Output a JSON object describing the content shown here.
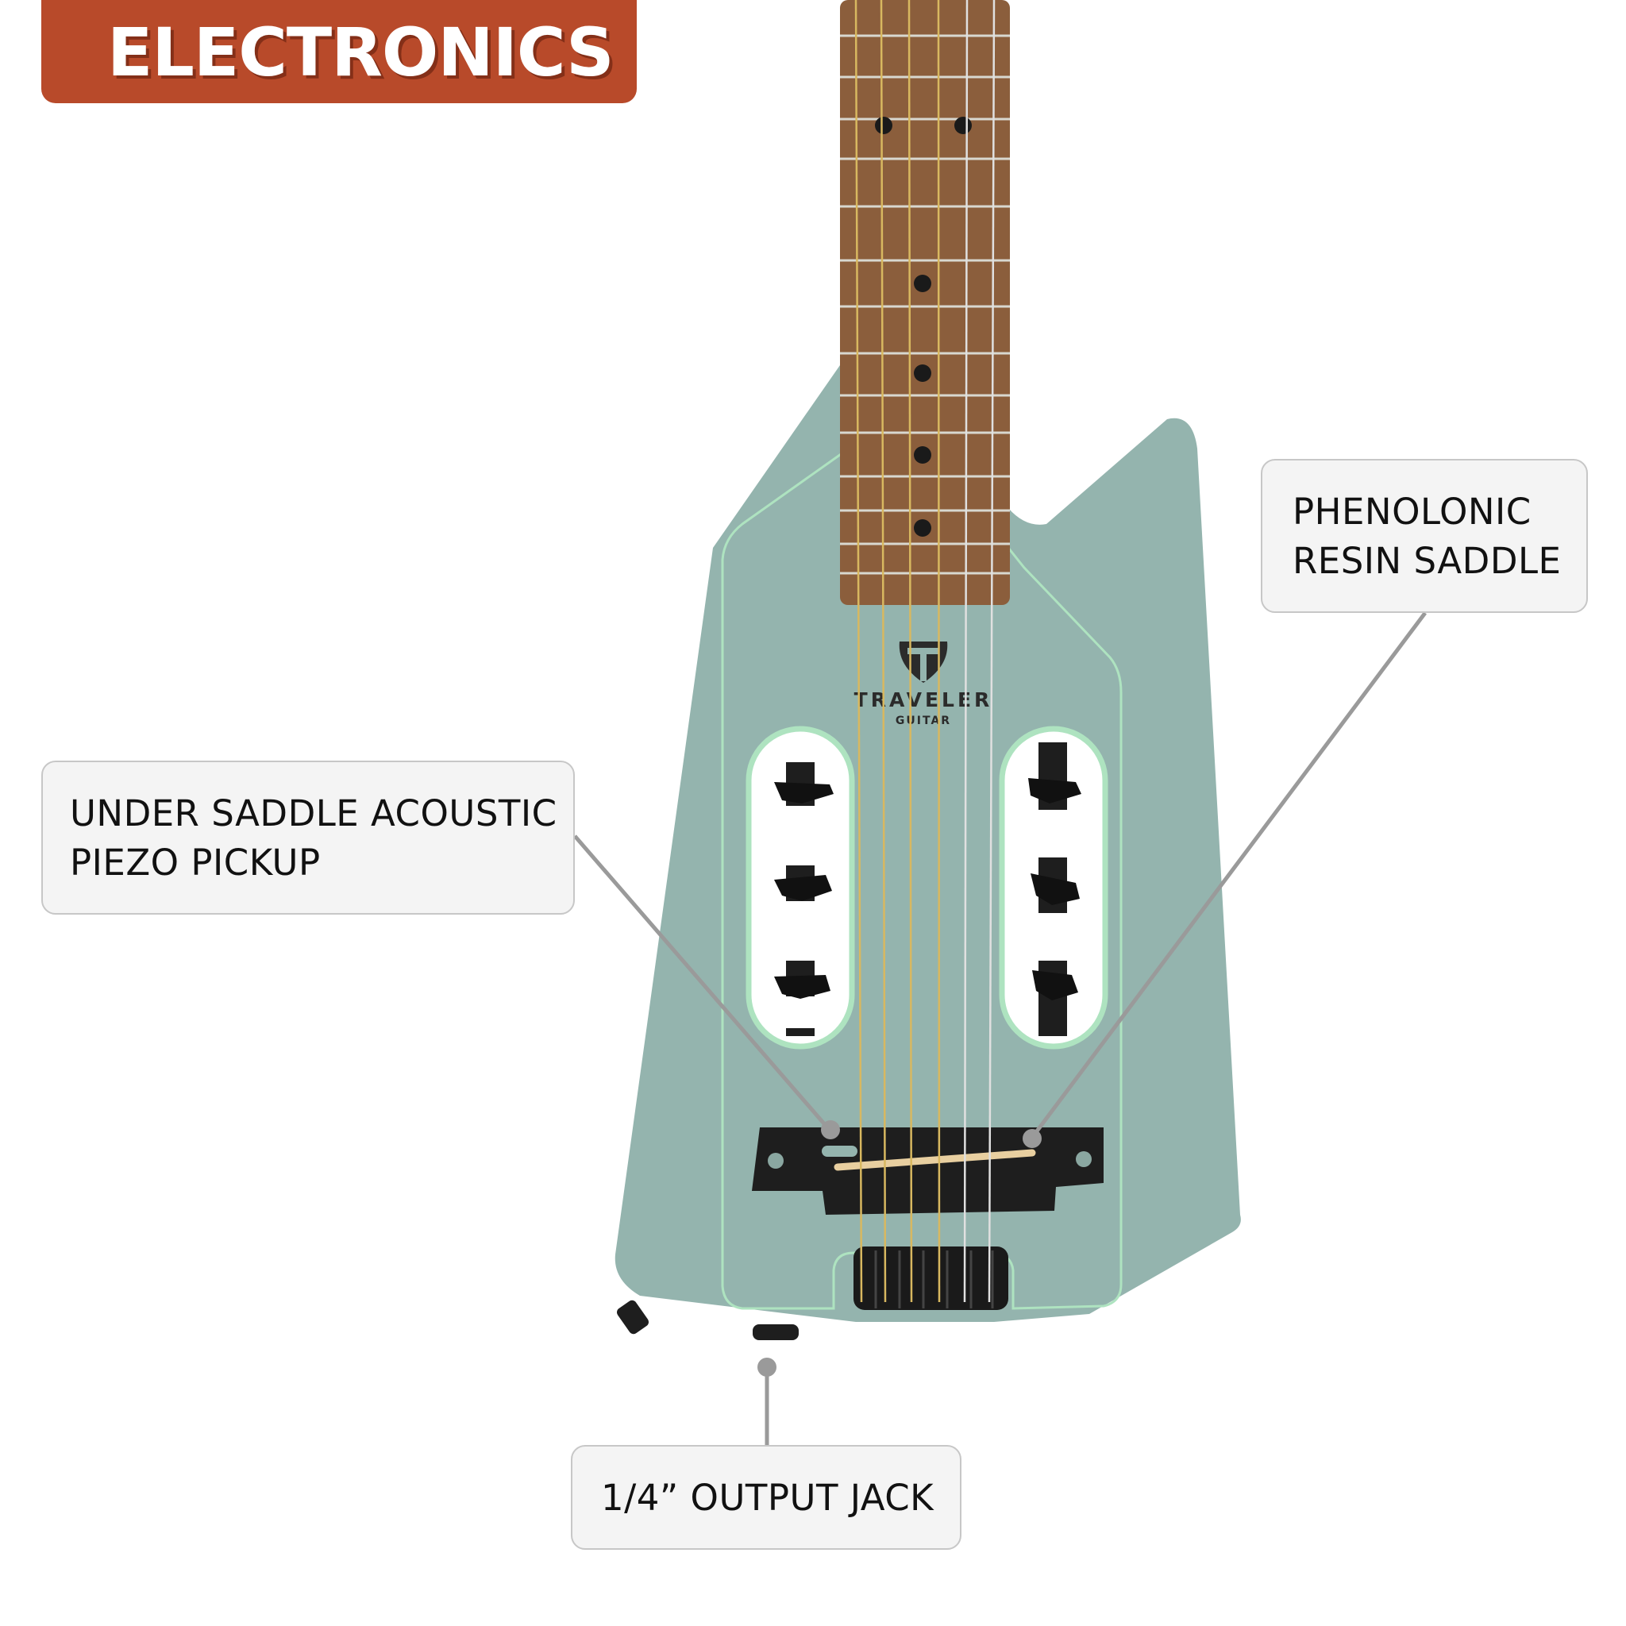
{
  "banner": {
    "title": "ELECTRONICS",
    "color": "#b84a2a"
  },
  "callouts": {
    "piezo": {
      "line1": "UNDER SADDLE ACOUSTIC",
      "line2": "PIEZO PICKUP"
    },
    "saddle": {
      "line1": "PHENOLONIC",
      "line2": "RESIN SADDLE"
    },
    "jack": {
      "line1": "1/4” OUTPUT JACK"
    }
  },
  "logo": {
    "brand": "TRAVELER",
    "sub": "GUITAR"
  },
  "colors": {
    "body": "#94b4ae",
    "binding": "#aee3c0",
    "fretboard": "#8b5e3c",
    "hardware": "#1e1e1e",
    "leader": "#9a9a9a"
  }
}
